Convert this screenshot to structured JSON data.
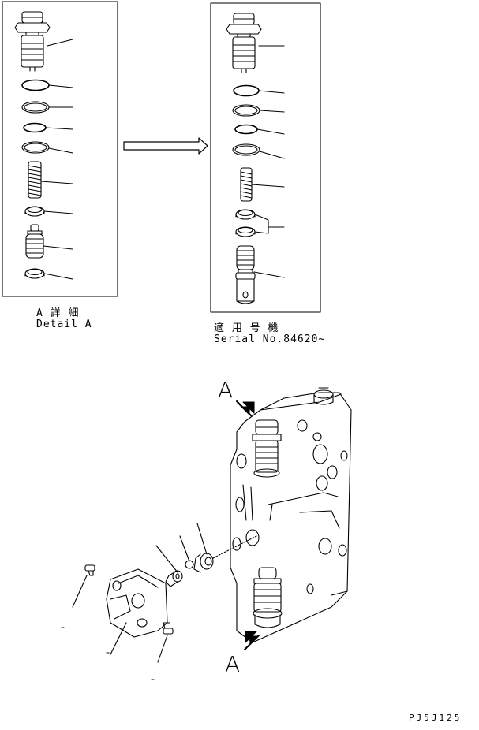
{
  "detail_a": {
    "title_jp": "A 詳 細",
    "title_en": "Detail A"
  },
  "serial": {
    "label_jp": "適 用 号 機",
    "label_en": "Serial No.84620~"
  },
  "view_marker_top": "A",
  "view_marker_bottom": "A",
  "drawing_code": "PJ5J125",
  "colors": {
    "line": "#000000",
    "background": "#ffffff"
  }
}
